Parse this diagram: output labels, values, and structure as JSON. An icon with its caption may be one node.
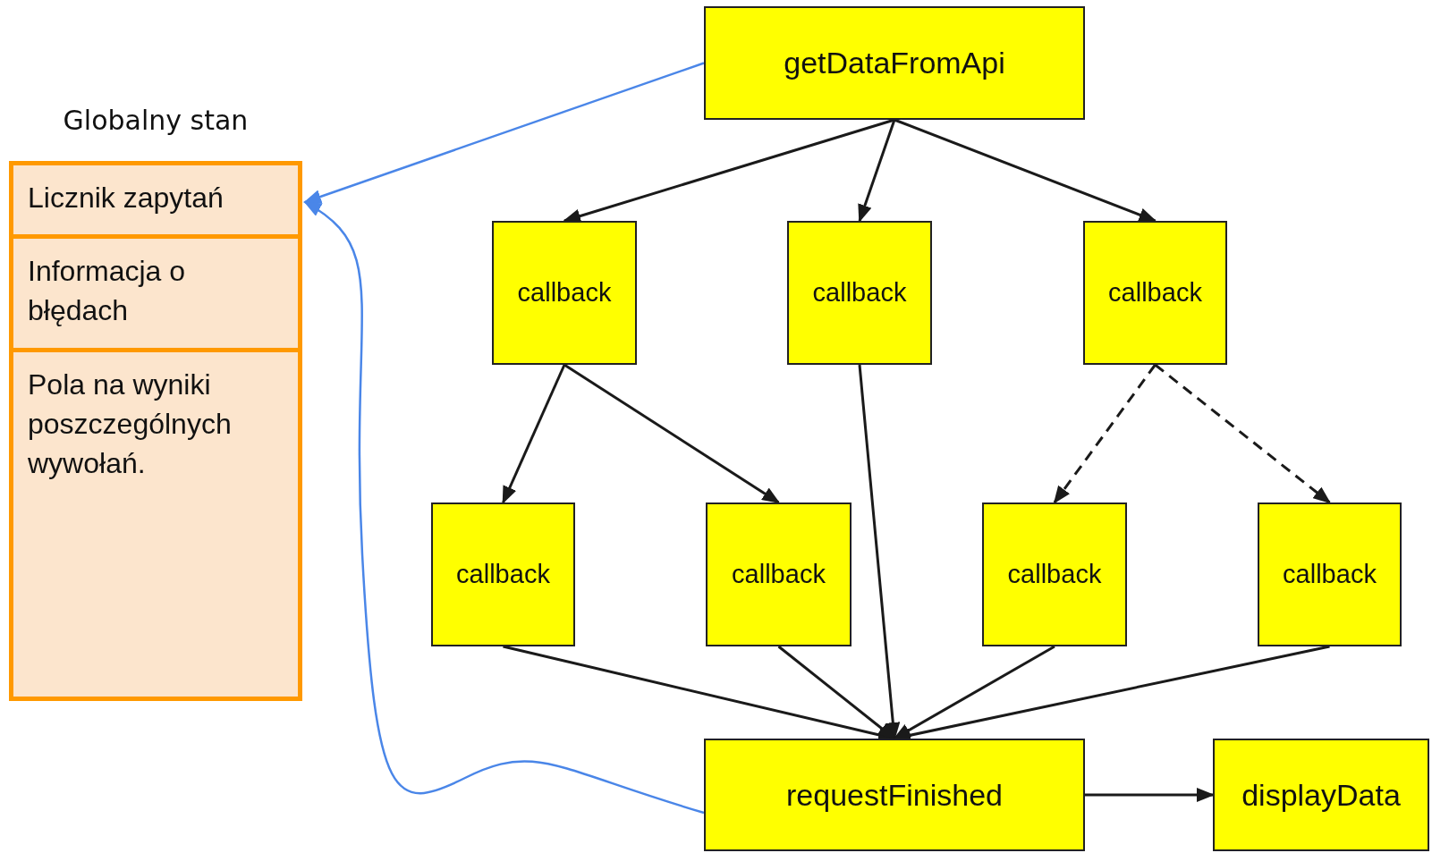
{
  "diagram": {
    "nodes": [
      {
        "text": [
          "Globalny stan"
        ]
      },
      {
        "text": [
          "Licznik zapytań"
        ],
        "in": 0
      },
      {
        "text": [
          "Informacja o błędach"
        ],
        "in": 0
      },
      {
        "text": [
          "Pola na wyniki poszczególnych wywołań."
        ],
        "in": 0
      },
      {
        "text": [
          "getDataFromApi"
        ]
      },
      {
        "text": [
          "callback"
        ]
      },
      {
        "text": [
          "callback"
        ]
      },
      {
        "text": [
          "callback"
        ]
      },
      {
        "text": [
          "callback"
        ]
      },
      {
        "text": [
          "callback"
        ]
      },
      {
        "text": [
          "callback"
        ]
      },
      {
        "text": [
          "callback"
        ]
      },
      {
        "text": [
          "requestFinished"
        ]
      },
      {
        "text": [
          "displayData"
        ]
      }
    ],
    "edges": [
      {
        "from": 4,
        "to": 1,
        "arrow": "to",
        "color": "#4a86e8"
      },
      {
        "from": 12,
        "to": 1,
        "arrow": "to",
        "color": "#4a86e8"
      },
      {
        "from": 4,
        "to": 5,
        "arrow": "to"
      },
      {
        "from": 4,
        "to": 6,
        "arrow": "to"
      },
      {
        "from": 4,
        "to": 7,
        "arrow": "to"
      },
      {
        "from": 5,
        "to": 8,
        "arrow": "to"
      },
      {
        "from": 5,
        "to": 9,
        "arrow": "to"
      },
      {
        "from": 7,
        "to": 10,
        "arrow": "to",
        "style": "dashed"
      },
      {
        "from": 7,
        "to": 11,
        "arrow": "to",
        "style": "dashed"
      },
      {
        "from": 6,
        "to": 12,
        "arrow": "to"
      },
      {
        "from": 8,
        "to": 12,
        "arrow": "to"
      },
      {
        "from": 9,
        "to": 12,
        "arrow": "to"
      },
      {
        "from": 10,
        "to": 12,
        "arrow": "to"
      },
      {
        "from": 11,
        "to": 12,
        "arrow": "to"
      },
      {
        "from": 12,
        "to": 13,
        "arrow": "to"
      }
    ]
  }
}
